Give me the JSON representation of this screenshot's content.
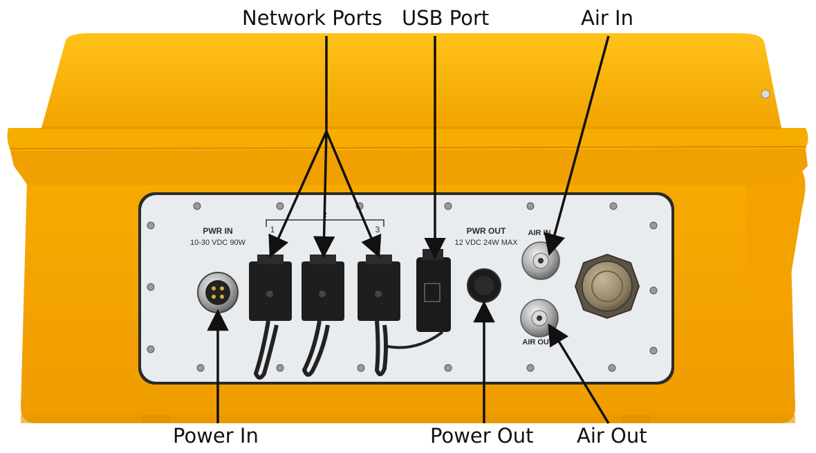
{
  "callouts": {
    "network_ports": "Network Ports",
    "usb_port": "USB Port",
    "air_in": "Air In",
    "power_in": "Power In",
    "power_out": "Power Out",
    "air_out": "Air Out"
  },
  "panel": {
    "pwr_in_title": "PWR IN",
    "pwr_in_spec": "10-30 VDC 90W",
    "pwr_out_title": "PWR OUT",
    "pwr_out_spec": "12 VDC 24W MAX",
    "air_in_label": "AIR IN",
    "air_out_label": "AIR OUT",
    "port_1": "1",
    "port_2": "2",
    "port_3": "3"
  },
  "colors": {
    "case_yellow": "#f5a800",
    "case_shadow": "#d98b00",
    "panel_white": "#e9ecef",
    "connector_black": "#1e1e1e"
  }
}
